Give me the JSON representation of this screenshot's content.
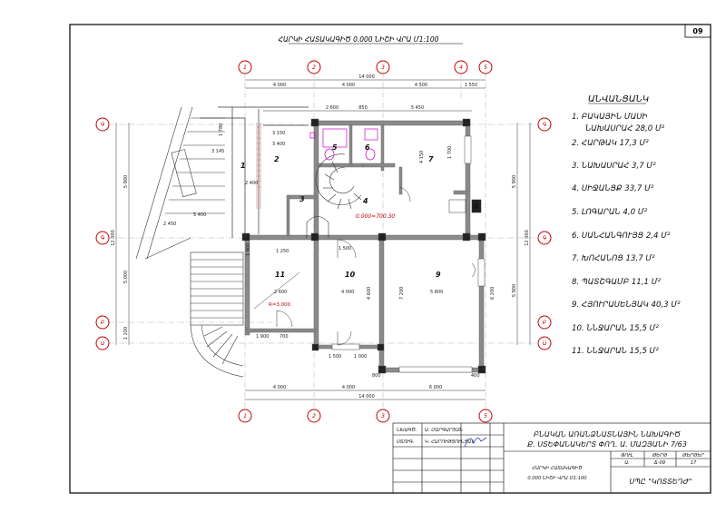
{
  "sheet_number": "09",
  "plan_title": "ՀԱՐԿԻ ՀԱՏԱԿԱԳԻԾ 0.000 ՆԻՇԻ ՎՐԱ   Մ1:100",
  "elevation_mark": "0.000=700.30",
  "radius_label": "R=3,000",
  "axes_columns": [
    "1",
    "2",
    "3",
    "4",
    "5"
  ],
  "axes_rows_left": [
    "Գ",
    "Գ",
    "Բ",
    "Ա"
  ],
  "axes_rows_right": [
    "Գ",
    "Գ",
    "Բ",
    "Ա"
  ],
  "dims_top_outer": [
    "4 000",
    "4 000",
    "4 500",
    "1 550"
  ],
  "dims_top_total": "14 000",
  "dims_top_inner": [
    "2 600",
    "850",
    "5 450"
  ],
  "dims_bottom_outer": [
    "4 000",
    "4 000",
    "6 000"
  ],
  "dims_bottom_total": "14 000",
  "dims_left": [
    "5 900",
    "5 000",
    "1 200"
  ],
  "dims_left_total": "12 000",
  "dims_right": [
    "5 900",
    "5 900"
  ],
  "dims_right_total": "12 000",
  "dims_misc": [
    "3 145",
    "2 450",
    "5 400",
    "2 400",
    "1 500",
    "2 600",
    "1 900",
    "4 000",
    "7 200",
    "5 800",
    "4 600",
    "6 200",
    "1 900",
    "700",
    "1 000",
    "1 500",
    "3 150",
    "3 400",
    "1 700",
    "4 150",
    "1 780",
    "400",
    "800",
    "1 250"
  ],
  "room_numbers": [
    "1",
    "2",
    "3",
    "4",
    "5",
    "6",
    "7",
    "8",
    "9",
    "10",
    "11"
  ],
  "legend": {
    "title": "ԱՆՎԱՆՑԱՆԿ",
    "items": [
      "1.  ԲԱԿԱՅԻՆ ՄԱՍԻ",
      "ՆԱԽԱՍՐԱՀ  28,0 Մ²",
      "2.  ՀԱՐԹԱԿ  17,3 Մ²",
      "3.  ՆԱԽԱՍՐԱՀ  3,7 Մ²",
      "4.  ՍԻՋԱՆՑՔ  33,7 Մ²",
      "5.  ԼՈԳԱՐԱՆ  4,0 Մ²",
      "6.  ՍԱՆՀԱՆԳՈՒՅՑ  2,4 Մ²",
      "7.  ԽՈՀԱՆՈՑ  13,7 Մ²",
      "8.  ՊԱՏՇԳԱՄԲ  11,1 Մ²",
      "9.  ՀՅՈՒՐԱՍԵՆՅԱԿ  40,3 Մ²",
      "10. ՆՆՋԱՐԱՆ  15,5 Մ²",
      "11. ՆՆՋԱՐԱՆ  15,5 Մ²"
    ]
  },
  "title_block": {
    "row1_label": "ՆԽԱԳԾ.",
    "row1_name": "Ա. ՄԱՐԳԱՐՅԱՆ",
    "row2_label": "ՍՏՈՒԳ.",
    "row2_name": "Կ. ՀԱՐՈՒԹՅՈՒՆՅԱՆ",
    "project_line1": "ԲՆԱԿԱՆ ԱՌԱՆՁՆԱՏՆԱՅԻՆ ՆԱԽԱԳԻԾ",
    "project_line2": "Ք. ՍՏԵՓԱՆԱԿԵՐՏ ՓՈՂ. Ա. ՄԱԶՅԱՆԻ 7/63",
    "drawing_line1": "ՀԱՐԿԻ ՀԱՏԱԿԱԳԻԾ",
    "drawing_line2": "0.000 ՆԻՇԻ ՎՐԱ   Մ1:100",
    "hdr_stage": "ՓՈՒԼ",
    "hdr_sheet": "ԹԵՐԹ",
    "hdr_sheets": "ԹԵՐԹԵՐ",
    "val_stage": "Ա.",
    "val_sheet": "Ճ-09",
    "val_sheets": "17",
    "company": "ՍՊԸ \"ԿՈՏՏԵԴԺ\""
  },
  "colors": {
    "axis_marker": "#c00000",
    "wall": "#808080",
    "dimension": "#222222",
    "fixture": "#cc00cc"
  }
}
